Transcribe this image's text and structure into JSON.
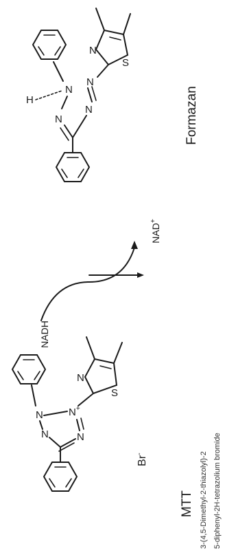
{
  "atoms": {
    "nitrogen": "N",
    "sulfur": "S",
    "hydrogen": "H",
    "nitrogen_plus": "N",
    "plus": "+"
  },
  "labels": {
    "formazan": "Formazan",
    "nadh": "NADH",
    "nad_plus": "NAD",
    "nad_superscript": "+",
    "bromide": "Br",
    "bromide_superscript": "-",
    "mtt": "MTT",
    "mtt_name_line1": "3-(4,5-Dimethyl-2-thiazolyl)-2",
    "mtt_name_line2": "5-diphenyl-2H-tetrazolium bromide"
  },
  "colors": {
    "ink": "#1a1a1a",
    "background": "#ffffff"
  }
}
